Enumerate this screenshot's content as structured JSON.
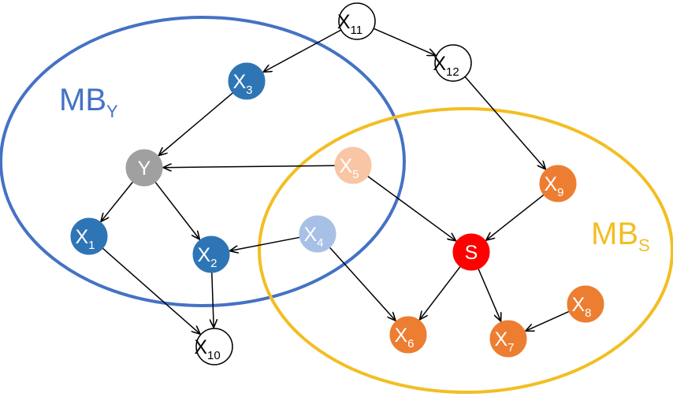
{
  "colors": {
    "mb_y": "#4472C4",
    "mb_s": "#F2BE22",
    "dark_blue": "#2E75B6",
    "light_blue": "#A9C0E6",
    "gray": "#A0A0A0",
    "peach": "#F8C6A4",
    "orange": "#ED7D31",
    "red": "#FF0000",
    "white": "#FFFFFF",
    "edge": "#000000"
  },
  "regions": [
    {
      "id": "mb_y",
      "label_main": "MB",
      "label_sub": "Y",
      "color": "mb_y"
    },
    {
      "id": "mb_s",
      "label_main": "MB",
      "label_sub": "S",
      "color": "mb_s"
    }
  ],
  "nodes": [
    {
      "id": "X11",
      "main": "X",
      "sub": "11",
      "fill": "white"
    },
    {
      "id": "X12",
      "main": "X",
      "sub": "12",
      "fill": "white"
    },
    {
      "id": "X3",
      "main": "X",
      "sub": "3",
      "fill": "dark_blue"
    },
    {
      "id": "Y",
      "main": "Y",
      "sub": "",
      "fill": "gray"
    },
    {
      "id": "X5",
      "main": "X",
      "sub": "5",
      "fill": "peach"
    },
    {
      "id": "X9",
      "main": "X",
      "sub": "9",
      "fill": "orange"
    },
    {
      "id": "X1",
      "main": "X",
      "sub": "1",
      "fill": "dark_blue"
    },
    {
      "id": "X2",
      "main": "X",
      "sub": "2",
      "fill": "dark_blue"
    },
    {
      "id": "X4",
      "main": "X",
      "sub": "4",
      "fill": "light_blue"
    },
    {
      "id": "S",
      "main": "S",
      "sub": "",
      "fill": "red"
    },
    {
      "id": "X8",
      "main": "X",
      "sub": "8",
      "fill": "orange"
    },
    {
      "id": "X6",
      "main": "X",
      "sub": "6",
      "fill": "orange"
    },
    {
      "id": "X7",
      "main": "X",
      "sub": "7",
      "fill": "orange"
    },
    {
      "id": "X10",
      "main": "X",
      "sub": "10",
      "fill": "white"
    }
  ],
  "edges": [
    {
      "from": "X11",
      "to": "X3"
    },
    {
      "from": "X11",
      "to": "X12"
    },
    {
      "from": "X12",
      "to": "X9"
    },
    {
      "from": "X3",
      "to": "Y"
    },
    {
      "from": "X5",
      "to": "Y"
    },
    {
      "from": "X5",
      "to": "S"
    },
    {
      "from": "Y",
      "to": "X1"
    },
    {
      "from": "Y",
      "to": "X2"
    },
    {
      "from": "X4",
      "to": "X2"
    },
    {
      "from": "X4",
      "to": "X6"
    },
    {
      "from": "X9",
      "to": "S"
    },
    {
      "from": "S",
      "to": "X6"
    },
    {
      "from": "S",
      "to": "X7"
    },
    {
      "from": "X8",
      "to": "X7"
    },
    {
      "from": "X1",
      "to": "X10"
    },
    {
      "from": "X2",
      "to": "X10"
    }
  ]
}
